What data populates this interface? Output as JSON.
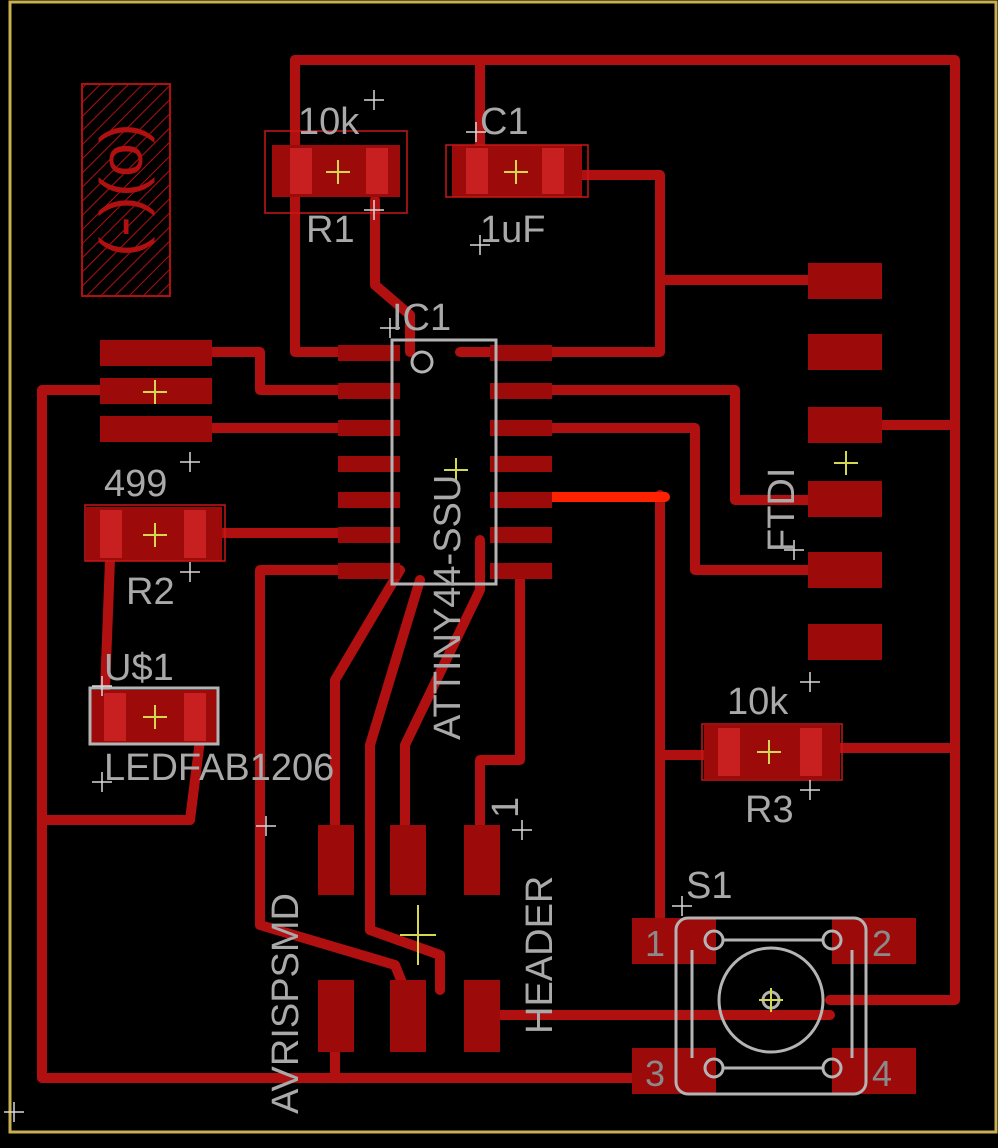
{
  "colors": {
    "background": "#000000",
    "board_outline": "#c8b050",
    "copper_pad": "#9c0a0a",
    "copper_trace": "#b01010",
    "highlight_trace": "#ff2200",
    "silkscreen": "#a9a9a9"
  },
  "labels": {
    "r1_value": "10k",
    "r1_name": "R1",
    "c1_name": "C1",
    "c1_value": "1uF",
    "ic1_name": "IC1",
    "ic1_value": "ATTINY44-SSU",
    "r2_value": "499",
    "r2_name": "R2",
    "u1_name": "U$1",
    "u1_value": "LEDFAB1206",
    "r3_value": "10k",
    "r3_name": "R3",
    "ftdi": "FTDI",
    "avrisp": "AVRISPSMD",
    "header": "HEADER",
    "pin1": "1",
    "s1_name": "S1",
    "s1_pin1": "1",
    "s1_pin2": "2",
    "s1_pin3": "3",
    "s1_pin4": "4"
  }
}
